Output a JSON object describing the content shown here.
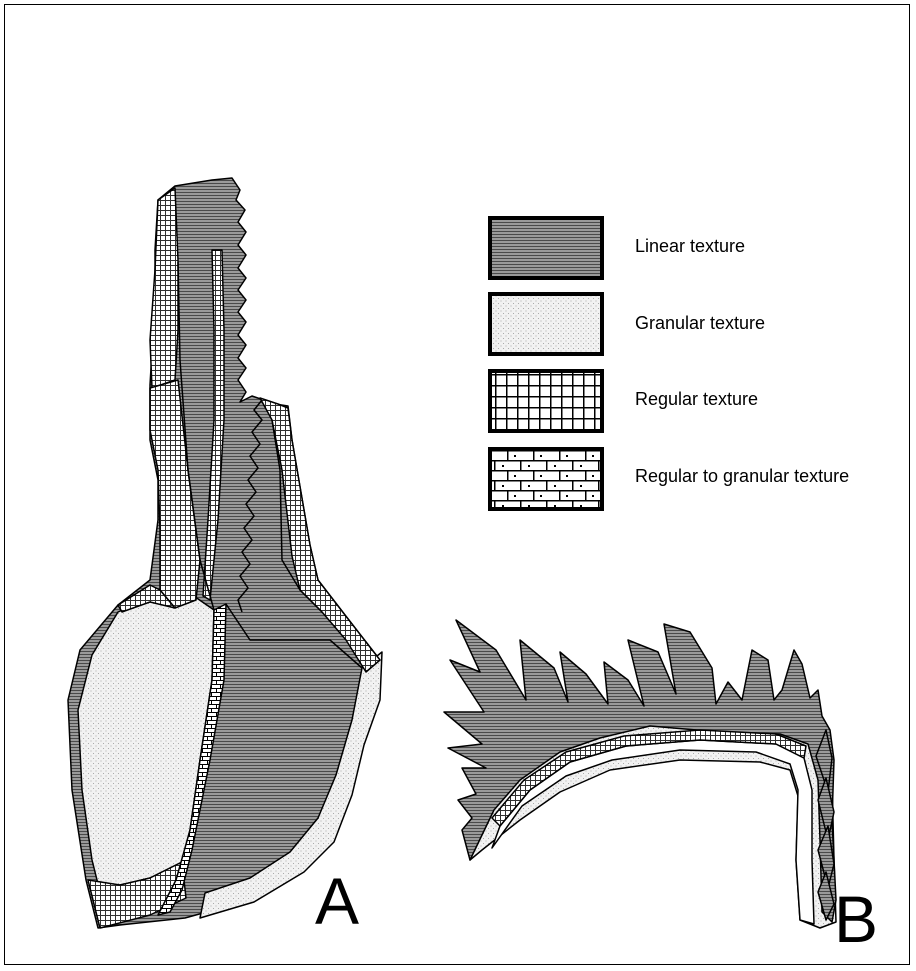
{
  "legend": {
    "items": [
      {
        "label": "Linear texture",
        "pattern": "linear"
      },
      {
        "label": "Granular texture",
        "pattern": "granular"
      },
      {
        "label": "Regular texture",
        "pattern": "regular"
      },
      {
        "label": "Regular to granular texture",
        "pattern": "regular-granular"
      }
    ]
  },
  "panels": {
    "a_label": "A",
    "b_label": "B"
  },
  "colors": {
    "linear_fill": "#7a7a7a",
    "granular_fill": "#e4e4e4",
    "outline": "#000000",
    "background": "#ffffff"
  }
}
